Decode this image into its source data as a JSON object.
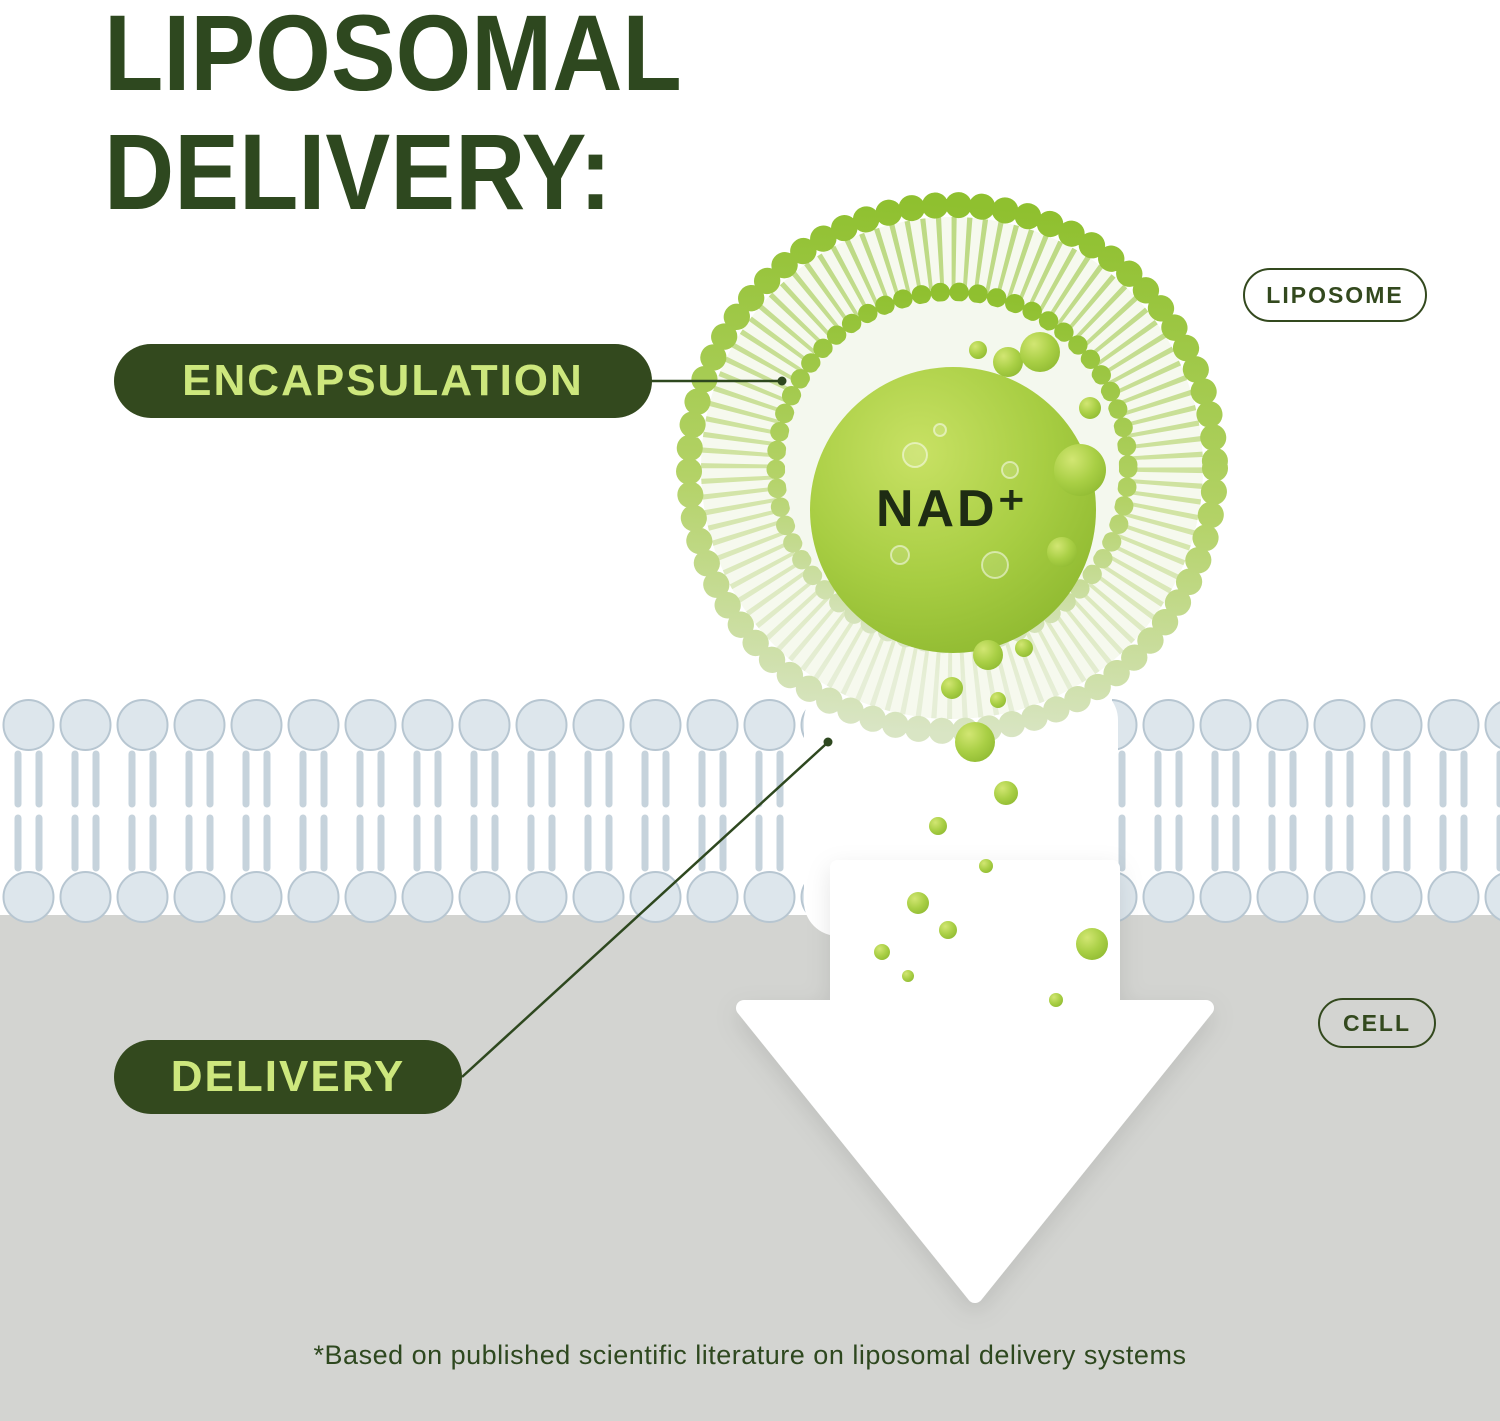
{
  "page": {
    "title_line1": "LIPOSOMAL",
    "title_line2": "DELIVERY:",
    "footnote": "*Based on published scientific literature on liposomal delivery systems"
  },
  "labels": {
    "encapsulation": "ENCAPSULATION",
    "delivery": "DELIVERY",
    "liposome": "LIPOSOME",
    "cell": "CELL",
    "nad": "NAD⁺"
  },
  "colors": {
    "dark_green_text": "#2e481f",
    "pill_background": "#33491e",
    "pill_text": "#cde77d",
    "liposome_green": "#9bc43c",
    "droplet_green": "#a9cf45",
    "membrane_blue_gray": "#d8e2e9",
    "bottom_background_gray": "#d3d4d1",
    "top_background": "#ffffff",
    "arrow_white": "#ffffff"
  }
}
